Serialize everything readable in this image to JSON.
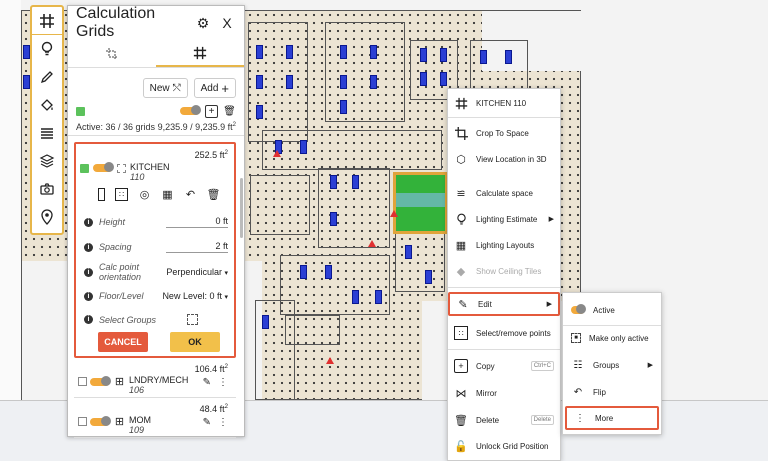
{
  "toolbar": {
    "items": [
      {
        "name": "grid-icon",
        "active": true
      },
      {
        "name": "lightbulb-icon"
      },
      {
        "name": "pencil-icon"
      },
      {
        "name": "paint-bucket-icon"
      },
      {
        "name": "layers-lines-icon"
      },
      {
        "name": "layers-icon"
      },
      {
        "name": "camera-icon"
      },
      {
        "name": "map-pin-icon"
      }
    ]
  },
  "panel": {
    "title": "Calculation Grids",
    "close_label": "X",
    "new_label": "New",
    "add_label": "Add",
    "status_label": "Active: 36 / 36 grids",
    "status_area": "9,235.9 / 9,235.9 ft",
    "status_area_sup": "2",
    "edit_card": {
      "area": "252.5 ft",
      "area_sup": "2",
      "name": "KITCHEN",
      "number": "110",
      "fields": {
        "height_label": "Height",
        "height_value": "0 ft",
        "spacing_label": "Spacing",
        "spacing_value": "2 ft",
        "orientation_label": "Calc point orientation",
        "orientation_value": "Perpendicular",
        "floor_label": "Floor/Level",
        "floor_value": "New Level: 0 ft",
        "groups_label": "Select Groups"
      },
      "cancel_label": "CANCEL",
      "ok_label": "OK"
    },
    "grids": [
      {
        "name": "LNDRY/MECH",
        "number": "106",
        "area": "106.4 ft",
        "area_sup": "2"
      },
      {
        "name": "MOM",
        "number": "109",
        "area": "48.4 ft",
        "area_sup": "2"
      }
    ]
  },
  "context_menu": {
    "title": "KITCHEN 110",
    "items": {
      "crop": "Crop To Space",
      "view3d": "View Location in 3D",
      "calculate": "Calculate space",
      "estimate": "Lighting Estimate",
      "layouts": "Lighting Layouts",
      "ceiling": "Show Ceiling Tiles",
      "edit": "Edit",
      "select_points": "Select/remove points",
      "copy": "Copy",
      "copy_shortcut": "Ctrl+C",
      "mirror": "Mirror",
      "delete": "Delete",
      "delete_shortcut": "Delete",
      "unlock": "Unlock Grid Position"
    }
  },
  "submenu": {
    "active": "Active",
    "make_only_active": "Make only active",
    "groups": "Groups",
    "flip": "Flip",
    "more": "More"
  },
  "colors": {
    "accent": "#e7b64a",
    "highlight_border": "#e45a3c",
    "fixture_blue": "#2b3fd4",
    "active_room_green": "#33b23a"
  }
}
